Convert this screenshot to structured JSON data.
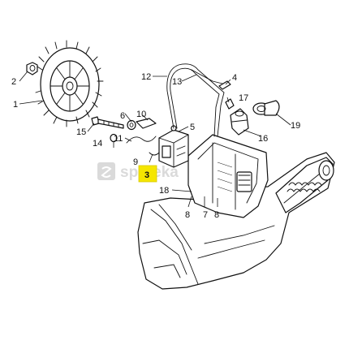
{
  "callouts": {
    "c1": "1",
    "c2": "2",
    "c3": "3",
    "c4": "4",
    "c5": "5",
    "c6": "6",
    "c7": "7",
    "c8a": "8",
    "c8b": "8",
    "c9": "9",
    "c10": "10",
    "c11": "11",
    "c12": "12",
    "c13": "13",
    "c14": "14",
    "c15": "15",
    "c16": "16",
    "c17": "17",
    "c18": "18",
    "c19": "19"
  },
  "highlight": {
    "part": "3",
    "color": "#f5e600"
  },
  "watermark": {
    "text": "spareka",
    "icon": "logo-square-icon"
  }
}
